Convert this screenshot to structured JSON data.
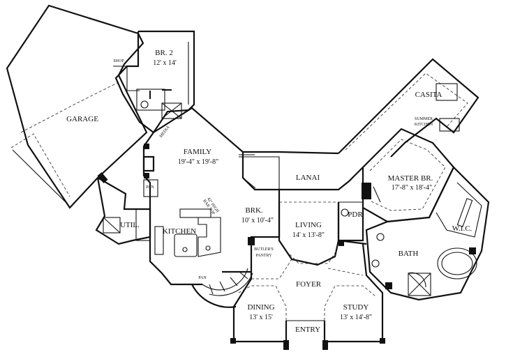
{
  "plan": {
    "rooms": {
      "garage": {
        "name": "GARAGE"
      },
      "shop": {
        "name": "SHOP"
      },
      "br2": {
        "name": "BR. 2",
        "dim": "12' x 14'"
      },
      "family": {
        "name": "FAMILY",
        "dim": "19'-4\" x 19'-8\""
      },
      "lanai": {
        "name": "LANAI"
      },
      "casita": {
        "name": "CASITA"
      },
      "summer_kitchen": {
        "line1": "SUMMER",
        "line2": "KITCHEN"
      },
      "master": {
        "name": "MASTER BR.",
        "dim": "17'-8\" x 18'-4\""
      },
      "wic": {
        "name": "W.I.C."
      },
      "bath": {
        "name": "BATH"
      },
      "brk": {
        "name": "BRK.",
        "dim": "10' x 10'-4\""
      },
      "living": {
        "name": "LIVING",
        "dim": "14' x 13'-8\""
      },
      "pdr": {
        "name": "PDR"
      },
      "kitchen": {
        "name": "KITCHEN"
      },
      "util": {
        "name": "UTIL."
      },
      "pan1": {
        "name": "PAN"
      },
      "pan2": {
        "name": "PAN"
      },
      "media": {
        "name": "MEDIA"
      },
      "bar": {
        "line1": "42\" HIGH",
        "line2": "BAR TOP"
      },
      "butlers": {
        "line1": "BUTLER'S",
        "line2": "PANTRY"
      },
      "foyer": {
        "name": "FOYER"
      },
      "dining": {
        "name": "DINING",
        "dim": "13' x 15'"
      },
      "study": {
        "name": "STUDY",
        "dim": "13' x 14'-8\""
      },
      "entry": {
        "name": "ENTRY"
      }
    }
  }
}
